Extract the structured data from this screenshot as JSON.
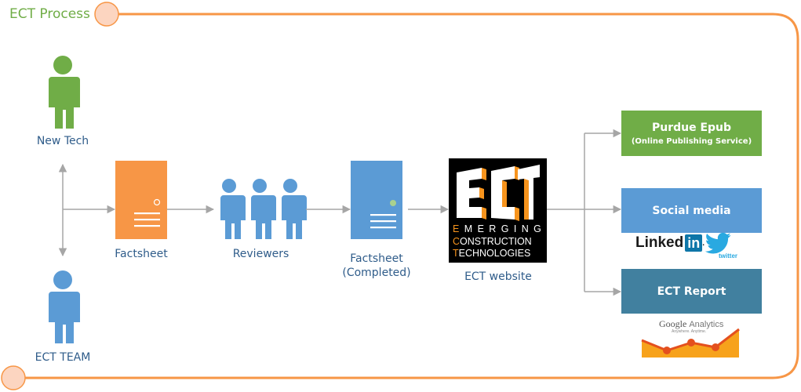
{
  "title": "ECT Process",
  "colors": {
    "frame": "#f79646",
    "frame_circle_fill": "#fcd5c0",
    "green": "#70ad47",
    "blue": "#5b9bd5",
    "orange": "#f79646",
    "teal": "#41809f",
    "arrow": "#a6a6a6",
    "label_text": "#2f5c8a"
  },
  "actors": {
    "new_tech": {
      "label": "New Tech",
      "icon": "person-icon"
    },
    "ect_team": {
      "label": "ECT TEAM",
      "icon": "person-icon"
    }
  },
  "steps": [
    {
      "id": "factsheet",
      "label": "Factsheet",
      "icon": "document-icon"
    },
    {
      "id": "reviewers",
      "label": "Reviewers",
      "icon": "group-icon"
    },
    {
      "id": "factsheet_completed",
      "label_line1": "Factsheet",
      "label_line2": "(Completed)",
      "icon": "document-check-icon"
    },
    {
      "id": "ect_website",
      "label": "ECT website",
      "icon": "ect-logo"
    }
  ],
  "ect_logo": {
    "big_text": "ECT",
    "line1_first": "E",
    "line1_rest": "MERGING",
    "line2_first": "C",
    "line2_rest": "ONSTRUCTION",
    "line3_first": "T",
    "line3_rest": "ECHNOLOGIES"
  },
  "outputs": [
    {
      "id": "purdue_epub",
      "label": "Purdue Epub",
      "sublabel": "(Online Publishing Service)"
    },
    {
      "id": "social_media",
      "label": "Social media"
    },
    {
      "id": "ect_report",
      "label": "ECT Report"
    }
  ],
  "social_logos": {
    "linkedin_text": "Linked",
    "linkedin_in": "in",
    "twitter_text": "twitter"
  },
  "google_analytics": {
    "brand": "Google",
    "product": "Analytics",
    "tagline": "Anywhere. Anytime."
  }
}
